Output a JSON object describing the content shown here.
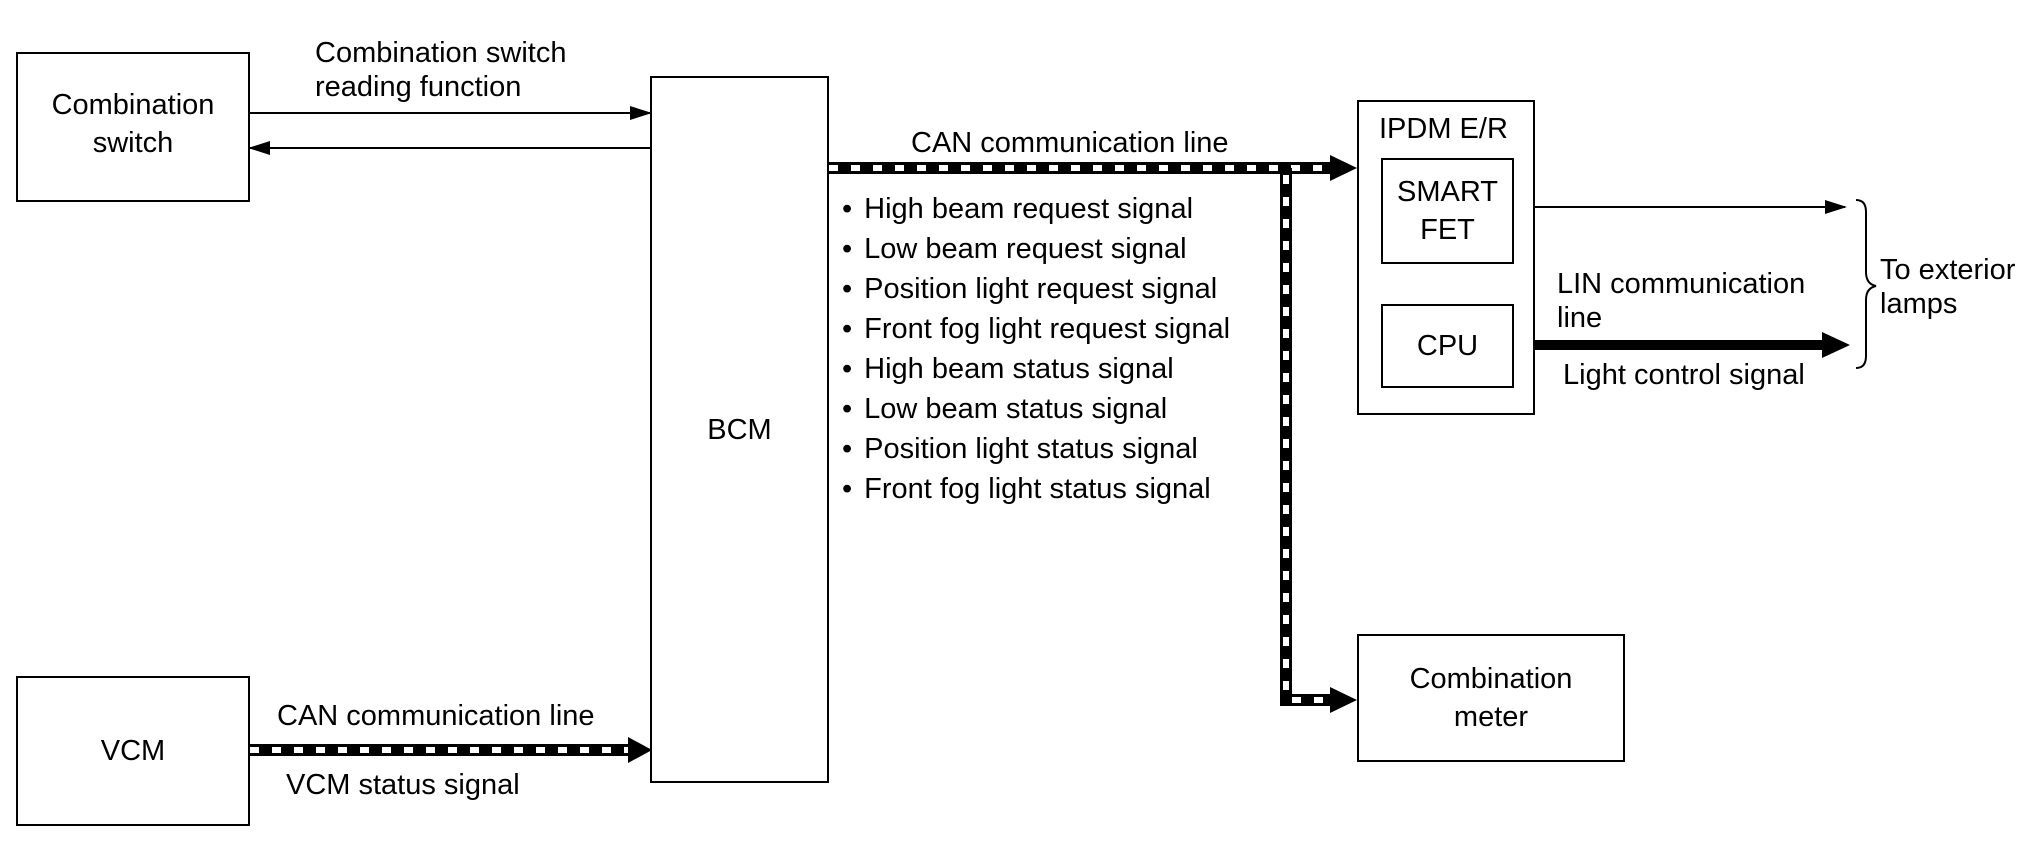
{
  "combination_switch": {
    "line1": "Combination",
    "line2": "switch"
  },
  "switch_reading_label": {
    "line1": "Combination switch",
    "line2": "reading function"
  },
  "bcm": {
    "label": "BCM"
  },
  "vcm": {
    "label": "VCM"
  },
  "vcm_can_label": "CAN communication line",
  "vcm_status_label": "VCM status signal",
  "bcm_can_label": "CAN communication line",
  "bcm_signals": [
    "High beam request signal",
    "Low beam request signal",
    "Position light request signal",
    "Front fog light request signal",
    "High beam status signal",
    "Low beam status signal",
    "Position light status signal",
    "Front fog light status signal"
  ],
  "ipdm": {
    "label": "IPDM E/R"
  },
  "smart_fet": {
    "line1": "SMART",
    "line2": "FET"
  },
  "cpu": {
    "label": "CPU"
  },
  "lin_label": {
    "line1": "LIN communication",
    "line2": "line"
  },
  "light_control_label": "Light control signal",
  "exterior_lamps": {
    "line1": "To exterior",
    "line2": "lamps"
  },
  "combination_meter": {
    "line1": "Combination",
    "line2": "meter"
  }
}
